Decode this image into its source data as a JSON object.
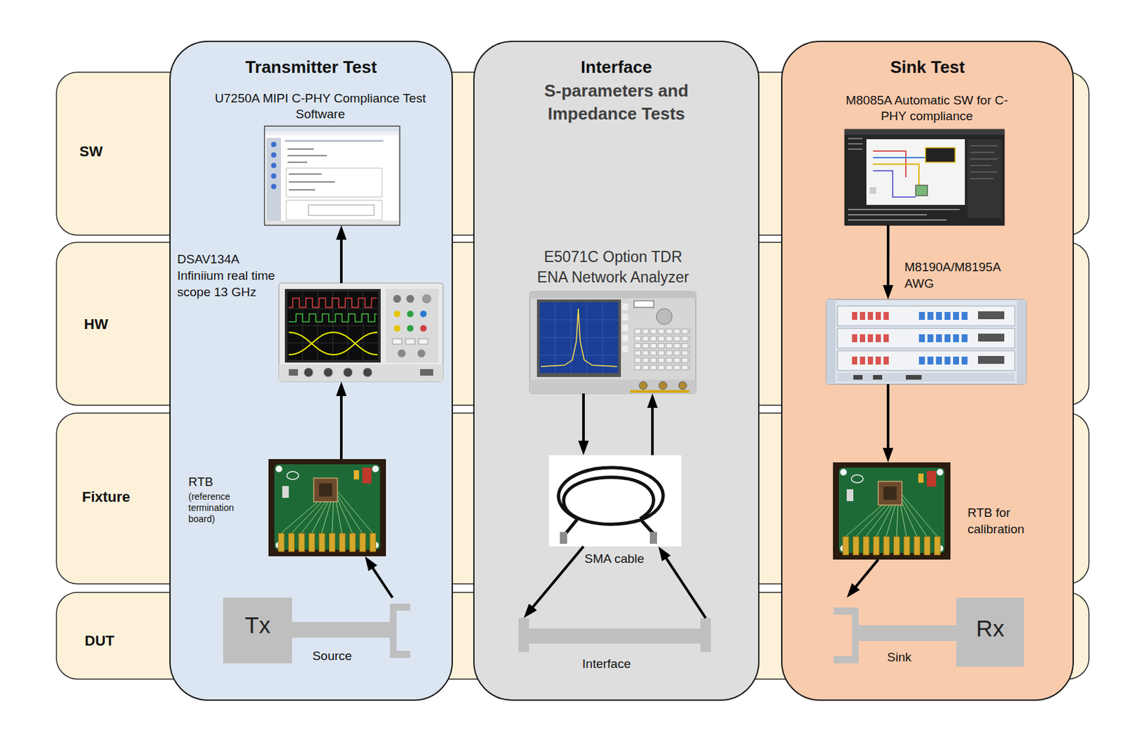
{
  "diagram": {
    "nodes": [
      {
        "text": [
          "SW"
        ]
      },
      {
        "text": [
          "HW"
        ]
      },
      {
        "text": [
          "Fixture"
        ]
      },
      {
        "text": [
          "DUT"
        ]
      },
      {
        "text": [
          "Transmitter Test"
        ]
      },
      {
        "text": [
          "U7250A MIPI C-PHY Compliance Test Software"
        ],
        "in": 4
      },
      {
        "text": [
          "DSAV134A Infiniium real time scope 13 GHz"
        ],
        "in": 4
      },
      {
        "text": [
          "RTB",
          "(reference termination board)"
        ],
        "in": 4
      },
      {
        "text": [
          "Tx",
          "Source"
        ],
        "in": 4
      },
      {
        "text": [
          "Interface",
          "S-parameters and Impedance Tests"
        ]
      },
      {
        "text": [
          "E5071C Option TDR ENA Network Analyzer"
        ],
        "in": 9
      },
      {
        "text": [
          "SMA cable"
        ],
        "in": 9
      },
      {
        "text": [
          "Interface"
        ],
        "in": 9
      },
      {
        "text": [
          "Sink Test"
        ]
      },
      {
        "text": [
          "M8085A Automatic SW for C-PHY compliance"
        ],
        "in": 13
      },
      {
        "text": [
          "M8190A/M8195A AWG"
        ],
        "in": 13
      },
      {
        "text": [
          "RTB for calibration"
        ],
        "in": 13
      },
      {
        "text": [
          "Rx",
          "Sink"
        ],
        "in": 13
      }
    ],
    "edges": [
      {
        "from": 6,
        "to": 5,
        "arrow": "to"
      },
      {
        "from": 7,
        "to": 6,
        "arrow": "to"
      },
      {
        "from": 8,
        "to": 7,
        "arrow": "to"
      },
      {
        "from": 10,
        "to": 11,
        "arrow": "to"
      },
      {
        "from": 11,
        "to": 10,
        "arrow": "to"
      },
      {
        "from": 11,
        "to": 12,
        "arrow": "to"
      },
      {
        "from": 12,
        "to": 11,
        "arrow": "to"
      },
      {
        "from": 14,
        "to": 15,
        "arrow": "to"
      },
      {
        "from": 15,
        "to": 16,
        "arrow": "to"
      },
      {
        "from": 16,
        "to": 17,
        "arrow": "to"
      }
    ]
  }
}
